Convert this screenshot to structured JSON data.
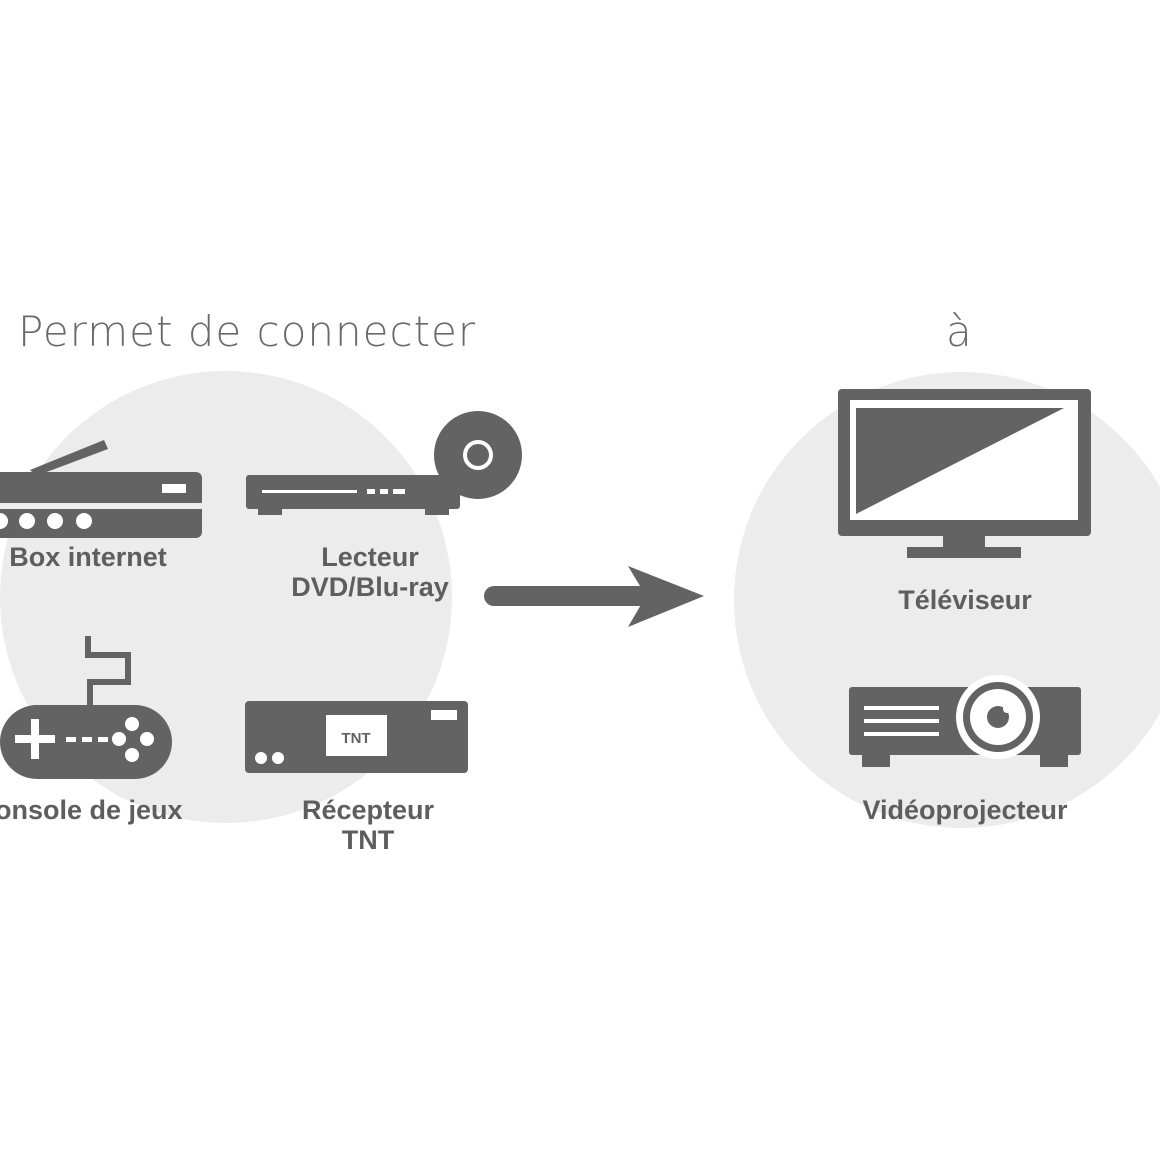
{
  "heading_left": "Permet de connecter",
  "heading_right": "à",
  "sources": [
    {
      "icon": "router-icon",
      "lines": [
        "Box internet"
      ]
    },
    {
      "icon": "dvd-player-icon",
      "lines": [
        "Lecteur",
        "DVD/Blu-ray"
      ]
    },
    {
      "icon": "gamepad-icon",
      "lines": [
        "Console de jeux"
      ]
    },
    {
      "icon": "tnt-receiver-icon",
      "lines": [
        "Récepteur",
        "TNT"
      ],
      "screen_text": "TNT"
    }
  ],
  "destinations": [
    {
      "icon": "tv-icon",
      "lines": [
        "Téléviseur"
      ]
    },
    {
      "icon": "projector-icon",
      "lines": [
        "Vidéoprojecteur"
      ]
    }
  ],
  "arrow_icon": "arrow-right-icon",
  "colors": {
    "icon": "#636363",
    "circle": "#ececec",
    "text": "#5e5e5e"
  }
}
